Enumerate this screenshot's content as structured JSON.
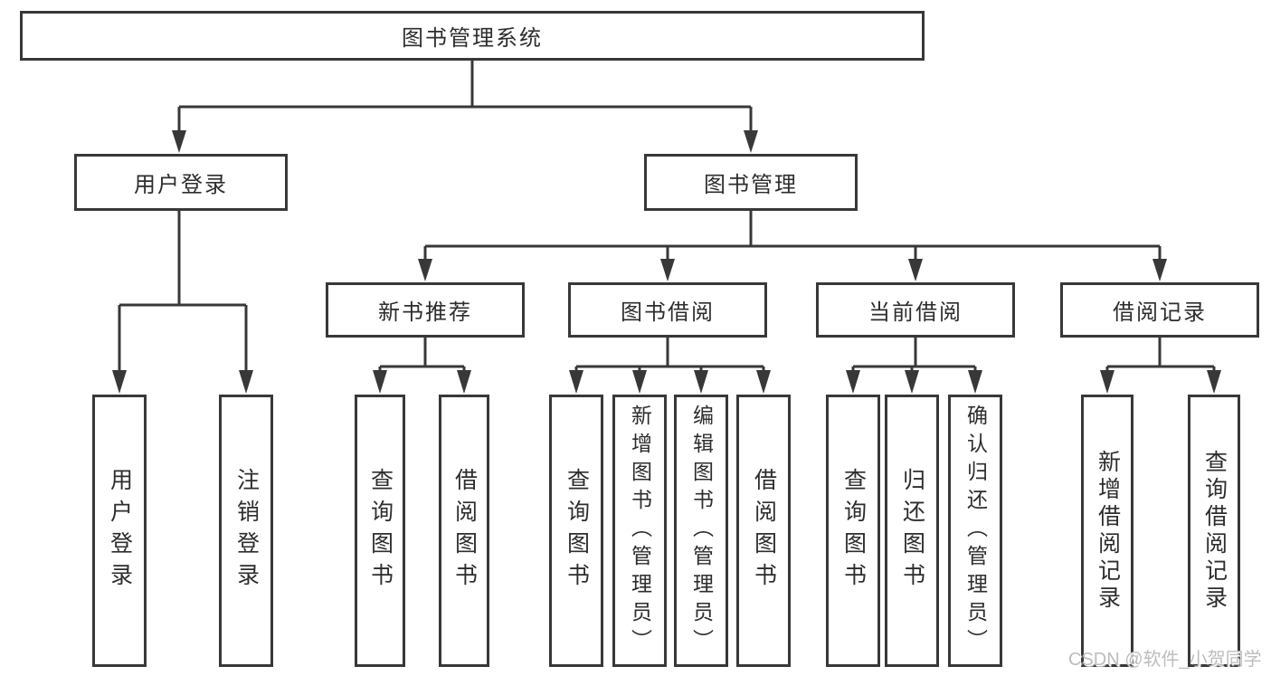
{
  "colors": {
    "line": "#383838",
    "box_border": "#383838",
    "text": "#2d2d2d",
    "watermark": "#bdbdbd",
    "background": "#ffffff"
  },
  "watermark": {
    "text": "CSDN @软件_小贺同学"
  },
  "tree": {
    "root": {
      "label": "图书管理系统"
    },
    "level2": [
      {
        "label": "用户登录",
        "children": [
          {
            "label": "用户登录"
          },
          {
            "label": "注销登录"
          }
        ]
      },
      {
        "label": "图书管理",
        "children": [
          {
            "label": "新书推荐",
            "children": [
              {
                "label": "查询图书"
              },
              {
                "label": "借阅图书"
              }
            ]
          },
          {
            "label": "图书借阅",
            "children": [
              {
                "label": "查询图书"
              },
              {
                "label": "新增图书（管理员）"
              },
              {
                "label": "编辑图书（管理员）"
              },
              {
                "label": "借阅图书"
              }
            ]
          },
          {
            "label": "当前借阅",
            "children": [
              {
                "label": "查询图书"
              },
              {
                "label": "归还图书"
              },
              {
                "label": "确认归还（管理员）"
              }
            ]
          },
          {
            "label": "借阅记录",
            "children": [
              {
                "label": "新增借阅记录"
              },
              {
                "label": "查询借阅记录"
              }
            ]
          }
        ]
      }
    ]
  }
}
